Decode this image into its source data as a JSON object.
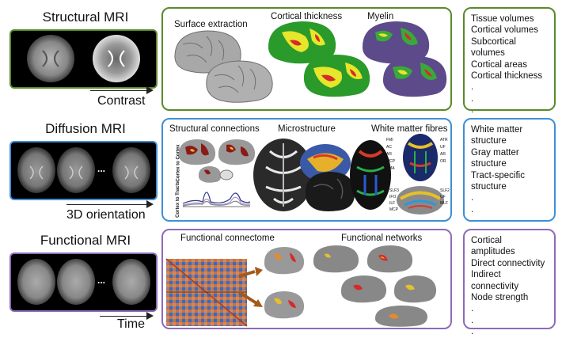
{
  "colors": {
    "structural": "#5a8a2a",
    "diffusion": "#3f8fd6",
    "functional": "#8d6bb8"
  },
  "structural": {
    "title": "Structural MRI",
    "axis_label": "Contrast",
    "panel_labels": {
      "surface": "Surface extraction",
      "thickness": "Cortical thickness",
      "myelin": "Myelin"
    },
    "measures": [
      "Tissue volumes",
      "Cortical volumes",
      "Subcortical volumes",
      "Cortical areas",
      "Cortical thickness",
      ".",
      ".",
      "."
    ]
  },
  "diffusion": {
    "title": "Diffusion MRI",
    "axis_label": "3D orientation",
    "scan_dots": "...",
    "panel_labels": {
      "connections": "Structural connections",
      "micro": "Microstructure",
      "fibres": "White matter fibres",
      "cortex_to_cortex": "Cortex to Cortex",
      "cortex_to_tracts": "Cortex to Tracts"
    },
    "tract_labels": [
      "FMI",
      "AC",
      "AR",
      "MCP",
      "FMA",
      "ATR",
      "UF",
      "AR",
      "OR",
      "SLF3",
      "SLF2",
      "IFO",
      "ILF",
      "UF",
      "MCP",
      "MLF"
    ],
    "measures": [
      "White matter",
      "structure",
      "Gray matter",
      "structure",
      "Tract-specific",
      "structure",
      ".",
      "."
    ]
  },
  "functional": {
    "title": "Functional MRI",
    "axis_label": "Time",
    "scan_dots": "...",
    "panel_labels": {
      "connectome": "Functional connectome",
      "networks": "Functional networks"
    },
    "measures": [
      "Cortical amplitudes",
      "Direct connectivity",
      "Indirect connectivity",
      "Node strength",
      ".",
      ".",
      "."
    ]
  }
}
